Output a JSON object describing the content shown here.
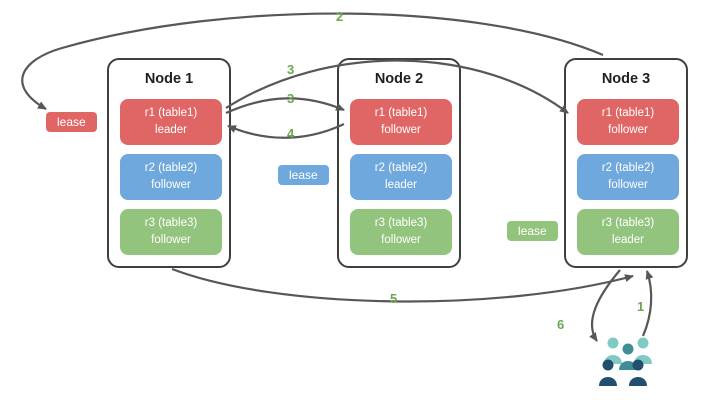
{
  "nodes": [
    {
      "title": "Node 1",
      "replicas": [
        {
          "name": "r1 (table1)",
          "role": "leader",
          "color": "#e06666"
        },
        {
          "name": "r2 (table2)",
          "role": "follower",
          "color": "#6fa8dc"
        },
        {
          "name": "r3 (table3)",
          "role": "follower",
          "color": "#93c47d"
        }
      ]
    },
    {
      "title": "Node 2",
      "replicas": [
        {
          "name": "r1 (table1)",
          "role": "follower",
          "color": "#e06666"
        },
        {
          "name": "r2 (table2)",
          "role": "leader",
          "color": "#6fa8dc"
        },
        {
          "name": "r3 (table3)",
          "role": "follower",
          "color": "#93c47d"
        }
      ]
    },
    {
      "title": "Node 3",
      "replicas": [
        {
          "name": "r1 (table1)",
          "role": "follower",
          "color": "#e06666"
        },
        {
          "name": "r2 (table2)",
          "role": "follower",
          "color": "#6fa8dc"
        },
        {
          "name": "r3 (table3)",
          "role": "leader",
          "color": "#93c47d"
        }
      ]
    }
  ],
  "leases": [
    {
      "label": "lease",
      "color": "#e06666"
    },
    {
      "label": "lease",
      "color": "#6fa8dc"
    },
    {
      "label": "lease",
      "color": "#93c47d"
    }
  ],
  "steps": {
    "1": "1",
    "2": "2",
    "3": "3",
    "4": "4",
    "5": "5",
    "6": "6"
  },
  "colors": {
    "replica_red": "#e06666",
    "replica_blue": "#6fa8dc",
    "replica_green": "#93c47d",
    "node_border": "#3f3f3f",
    "arrow": "#575757",
    "step_label": "#6aa84f",
    "users_teal_light": "#7fcac3",
    "users_teal": "#3f8d98",
    "users_navy": "#214f6e"
  }
}
